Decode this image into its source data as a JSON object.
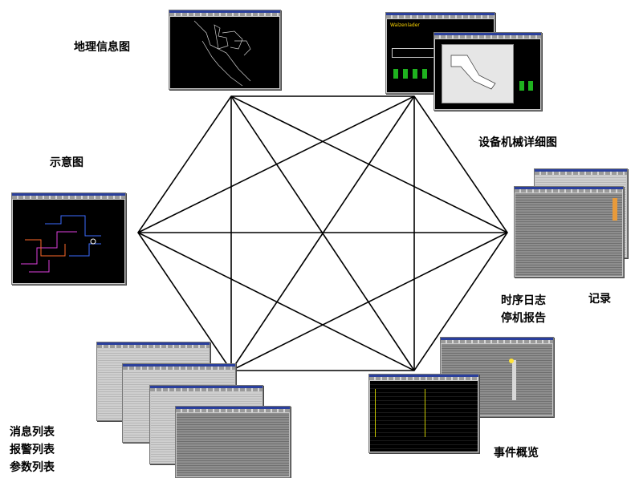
{
  "labels": {
    "geo": "地理信息图",
    "schematic": "示意图",
    "equipment": "设备机械详细图",
    "timing_log": "时序日志",
    "records": "记录",
    "shutdown_report": "停机报告",
    "message_list": "消息列表",
    "alarm_list": "报警列表",
    "param_list": "参数列表",
    "event_overview": "事件概览"
  },
  "screens": {
    "equipment_title": "Walzenlader"
  },
  "colors": {
    "lines": "#000000",
    "titlebar": "#2a3f9c",
    "window": "#c8c8c8",
    "dark_screen": "#000000"
  }
}
